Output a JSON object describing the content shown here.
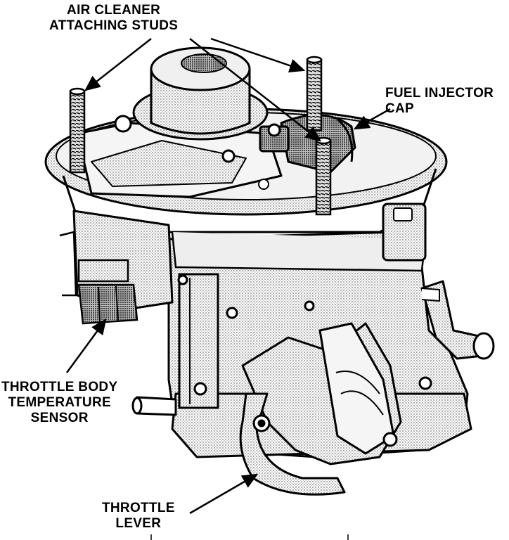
{
  "labels": {
    "air_cleaner_studs": {
      "line1": "AIR CLEANER",
      "line2": "ATTACHING STUDS"
    },
    "fuel_injector_cap": {
      "line1": "FUEL INJECTOR",
      "line2": "CAP"
    },
    "temp_sensor": {
      "line1": "THROTTLE BODY",
      "line2": "TEMPERATURE",
      "line3": "SENSOR"
    },
    "throttle_lever": {
      "line1": "THROTTLE",
      "line2": "LEVER"
    }
  },
  "colors": {
    "ink": "#000000",
    "shade": "#8a8a8a",
    "paper": "#ffffff"
  }
}
